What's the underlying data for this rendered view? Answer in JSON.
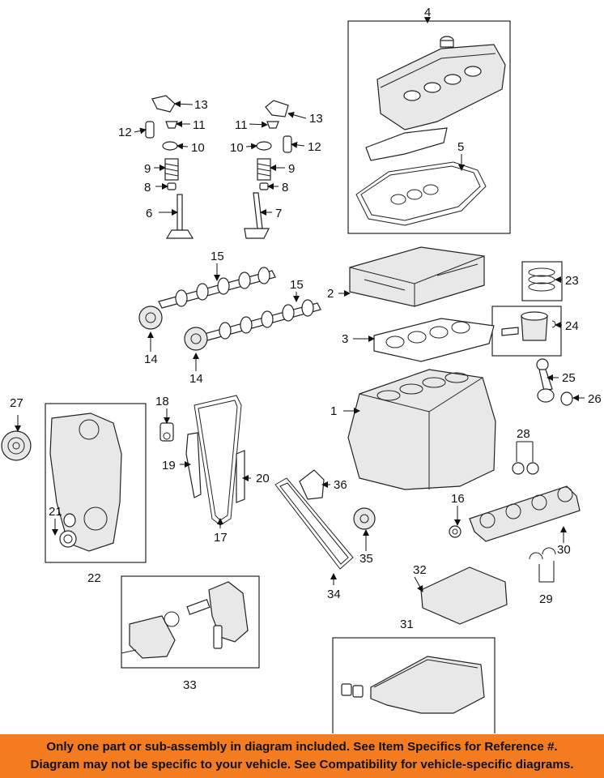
{
  "diagram": {
    "callouts": [
      "1",
      "2",
      "3",
      "4",
      "5",
      "6",
      "7",
      "8",
      "8",
      "9",
      "9",
      "10",
      "10",
      "11",
      "11",
      "12",
      "12",
      "13",
      "13",
      "14",
      "14",
      "15",
      "15",
      "16",
      "17",
      "18",
      "19",
      "20",
      "21",
      "22",
      "23",
      "24",
      "25",
      "26",
      "27",
      "28",
      "29",
      "30",
      "31",
      "32",
      "33",
      "34",
      "35",
      "36"
    ]
  },
  "footer": {
    "line1": "Only one part or sub-assembly in diagram included. See Item Specifics for Reference #.",
    "line2": "Diagram may not be specific to your vehicle. See Compatibility for vehicle-specific diagrams."
  },
  "colors": {
    "banner": "#f47c20",
    "text": "#111111"
  }
}
